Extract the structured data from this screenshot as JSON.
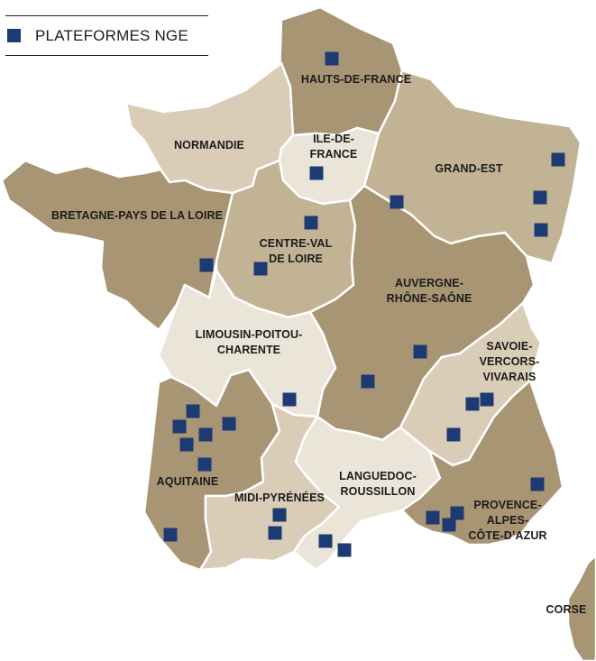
{
  "legend": {
    "label": "PLATEFORMES NGE"
  },
  "colors": {
    "dark": "#a89574",
    "medium": "#c2b395",
    "light": "#d9cdb8",
    "pale": "#ebe4d8",
    "marker": "#1d3a72",
    "border": "#ffffff"
  },
  "regions": {
    "hauts": {
      "lines": [
        "HAUTS-DE-FRANCE"
      ]
    },
    "normandie": {
      "lines": [
        "NORMANDIE"
      ]
    },
    "idf": {
      "lines": [
        "ILE-DE-",
        "FRANCE"
      ]
    },
    "grandest": {
      "lines": [
        "GRAND-EST"
      ]
    },
    "bretagne": {
      "lines": [
        "BRETAGNE-PAYS DE LA LOIRE"
      ]
    },
    "centre": {
      "lines": [
        "CENTRE-VAL",
        "DE LOIRE"
      ]
    },
    "auvergne": {
      "lines": [
        "AUVERGNE-",
        "RHÔNE-SAÔNE"
      ]
    },
    "limousin": {
      "lines": [
        "LIMOUSIN-POITOU-",
        "CHARENTE"
      ]
    },
    "savoie": {
      "lines": [
        "SAVOIE-",
        "VERCORS-",
        "VIVARAIS"
      ]
    },
    "aquitaine": {
      "lines": [
        "AQUITAINE"
      ]
    },
    "midi": {
      "lines": [
        "MIDI-PYRÉNÉES"
      ]
    },
    "languedoc": {
      "lines": [
        "LANGUEDOC-",
        "ROUSSILLON"
      ]
    },
    "provence": {
      "lines": [
        "PROVENCE-",
        "ALPES-",
        "CÔTE-D’AZUR"
      ]
    },
    "corse": {
      "lines": [
        "CORSE"
      ]
    }
  }
}
